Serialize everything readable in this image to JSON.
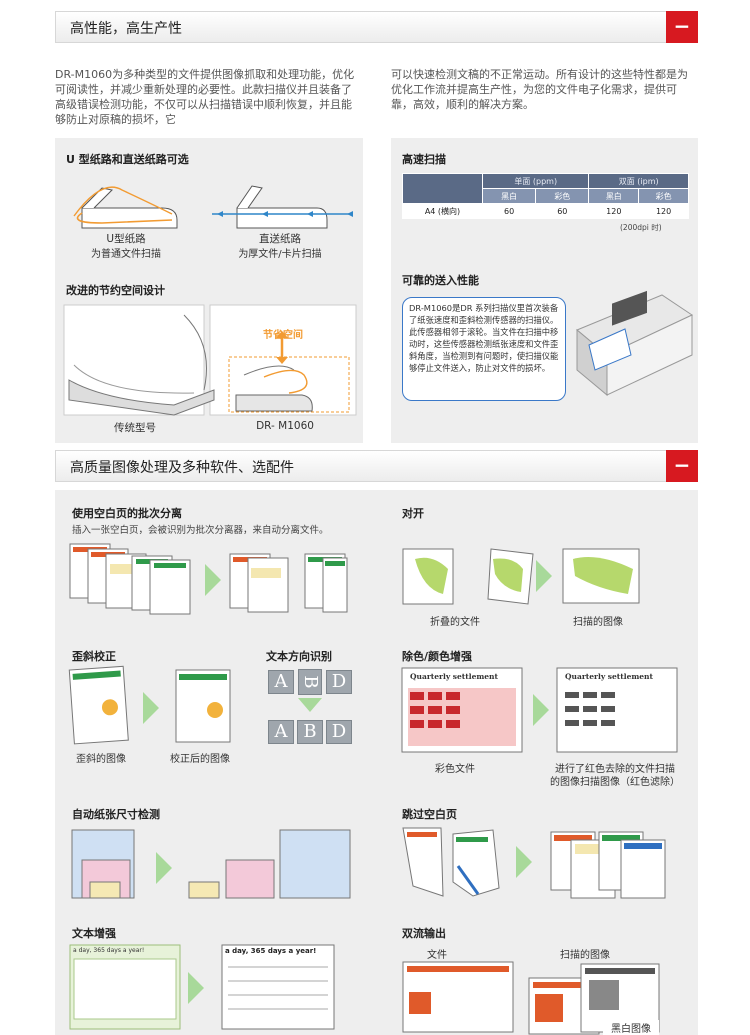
{
  "sections": {
    "performance": {
      "title": "高性能，高生产性",
      "toggle": "−"
    },
    "image": {
      "title": "高质量图像处理及多种软件、选配件",
      "toggle": "−"
    }
  },
  "intro": {
    "left": "DR-M1060为多种类型的文件提供图像抓取和处理功能，优化可阅读性，并减少重新处理的必要性。此款扫描仪并且装备了高级错误检测功能，不仅可以从扫描错误中顺利恢复，并且能够防止对原稿的损坏，它",
    "right": "可以快速检测文稿的不正常运动。所有设计的这些特性都是为优化工作流并提高生产性，为您的文件电子化需求，提供可靠，高效，顺利的解决方案。"
  },
  "paper_path": {
    "title": "U 型纸路和直送纸路可选",
    "u_label": "U型纸路",
    "u_desc": "为普通文件扫描",
    "straight_label": "直送纸路",
    "straight_desc": "为厚文件/卡片扫描"
  },
  "space": {
    "title": "改进的节约空间设计",
    "saving": "节省空间",
    "old": "传统型号",
    "new": "DR- M1060"
  },
  "speed": {
    "title": "高速扫描",
    "simplex": "单面 (ppm)",
    "duplex": "双面 (ipm)",
    "bw": "黑白",
    "color": "彩色",
    "row_label": "A4 (横向)",
    "values": [
      "60",
      "60",
      "120",
      "120"
    ],
    "footnote": "(200dpi 时)"
  },
  "feed": {
    "title": "可靠的送入性能",
    "text": "DR-M1060是DR 系列扫描仪里首次装备了纸张速度和歪斜检测传感器的扫描仪。此传感器相邻于滚轮。当文件在扫描中移动时，这些传感器检测纸张速度和文件歪斜角度，当检测到有问题时，使扫描仪能够停止文件送入，防止对文件的损坏。"
  },
  "features": {
    "batch": {
      "title": "使用空白页的批次分离",
      "desc": "插入一张空白页，会被识别为批次分离器，来自动分离文件。"
    },
    "fold": {
      "title": "对开",
      "a": "折叠的文件",
      "b": "扫描的图像"
    },
    "deskew": {
      "title": "歪斜校正",
      "a": "歪斜的图像",
      "b": "校正后的图像"
    },
    "orient": {
      "title": "文本方向识别",
      "letters": [
        "A",
        "B",
        "D"
      ]
    },
    "dropout": {
      "title": "除色/颜色增强",
      "a": "彩色文件",
      "b1": "进行了红色去除的文件扫描",
      "b2": "的图像扫描图像（红色滤除）",
      "doc_title": "Quarterly settlement"
    },
    "autosize": {
      "title": "自动纸张尺寸检测"
    },
    "skip": {
      "title": "跳过空白页"
    },
    "text": {
      "title": "文本增强",
      "doc_head": "a day, 365 days a year!"
    },
    "dual": {
      "title": "双流输出",
      "a": "文件",
      "b": "扫描的图像",
      "c": "黑白图像"
    }
  }
}
